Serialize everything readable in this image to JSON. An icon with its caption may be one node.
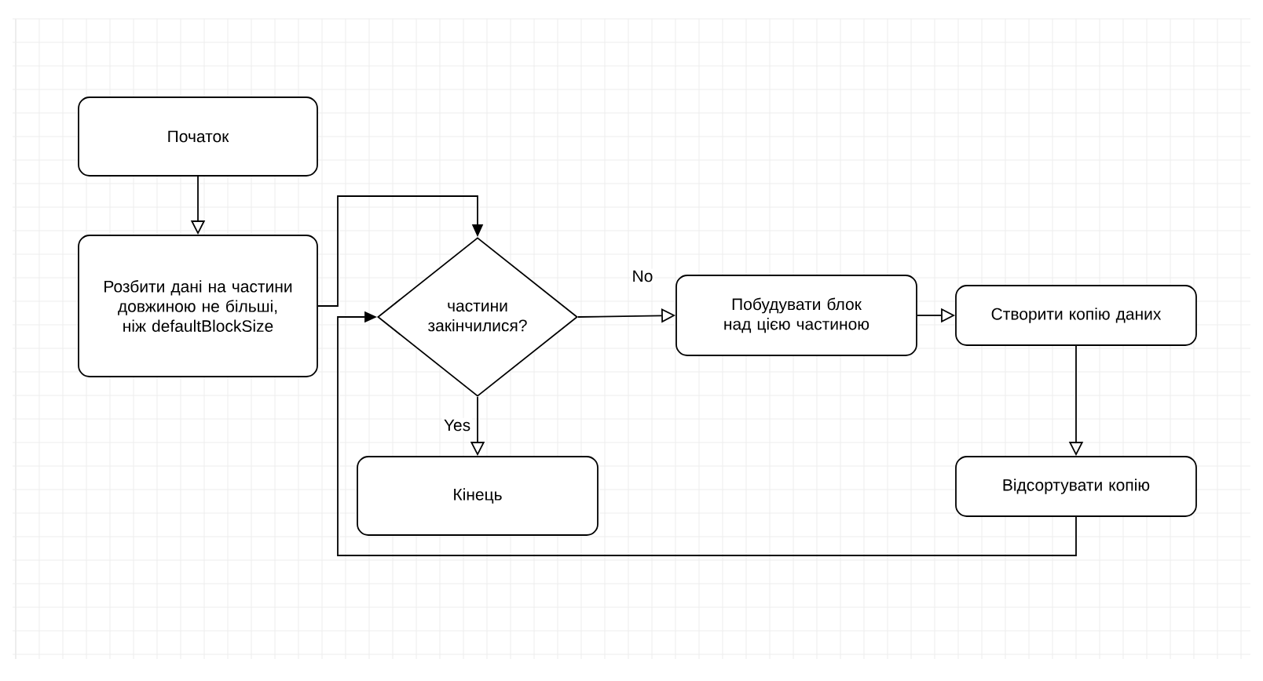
{
  "diagram": {
    "nodes": [
      {
        "text": [
          "Початок"
        ]
      },
      {
        "text": [
          "Розбити дані на частини довжиною не більші, ніж defaultBlockSize"
        ]
      },
      {
        "text": [
          "частини закінчилися?"
        ]
      },
      {
        "text": [
          "Кінець"
        ]
      },
      {
        "text": [
          "Побудувати блок над цією частиною"
        ]
      },
      {
        "text": [
          "Створити копію даних"
        ]
      },
      {
        "text": [
          "Відсортувати копію"
        ]
      }
    ],
    "edges": [
      {
        "from": 0,
        "to": 1,
        "arrow": "to"
      },
      {
        "from": 1,
        "to": 2,
        "arrow": "to"
      },
      {
        "from": 2,
        "to": 4,
        "arrow": "to",
        "label": "No"
      },
      {
        "from": 2,
        "to": 3,
        "arrow": "to",
        "label": "Yes"
      },
      {
        "from": 4,
        "to": 5,
        "arrow": "to"
      },
      {
        "from": 5,
        "to": 6,
        "arrow": "to"
      },
      {
        "from": 6,
        "to": 2,
        "arrow": "to"
      }
    ]
  }
}
